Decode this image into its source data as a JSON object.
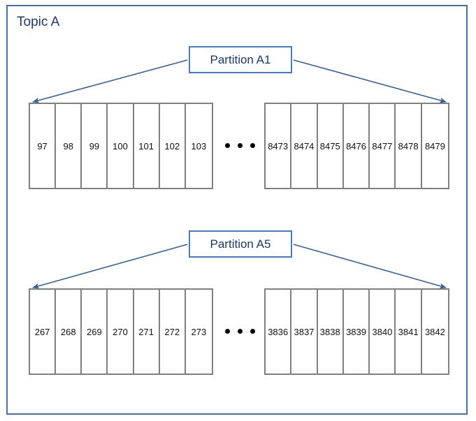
{
  "diagram": {
    "topic_title": "Topic A",
    "frame_color": "#4a6f9c",
    "title_color": "#1f3864",
    "arrow_color": "#3a5f8f",
    "table_border_color": "#808080",
    "partition_box_color": "#4a7ab0"
  },
  "partitions": [
    {
      "label": "Partition A1",
      "left_segments": [
        "97",
        "98",
        "99",
        "100",
        "101",
        "102",
        "103"
      ],
      "right_segments": [
        "8473",
        "8474",
        "8475",
        "8476",
        "8477",
        "8478",
        "8479"
      ],
      "ellipsis": "•••"
    },
    {
      "label": "Partition A5",
      "left_segments": [
        "267",
        "268",
        "269",
        "270",
        "271",
        "272",
        "273"
      ],
      "right_segments": [
        "3836",
        "3837",
        "3838",
        "3839",
        "3840",
        "3841",
        "3842"
      ],
      "ellipsis": "•••"
    }
  ]
}
